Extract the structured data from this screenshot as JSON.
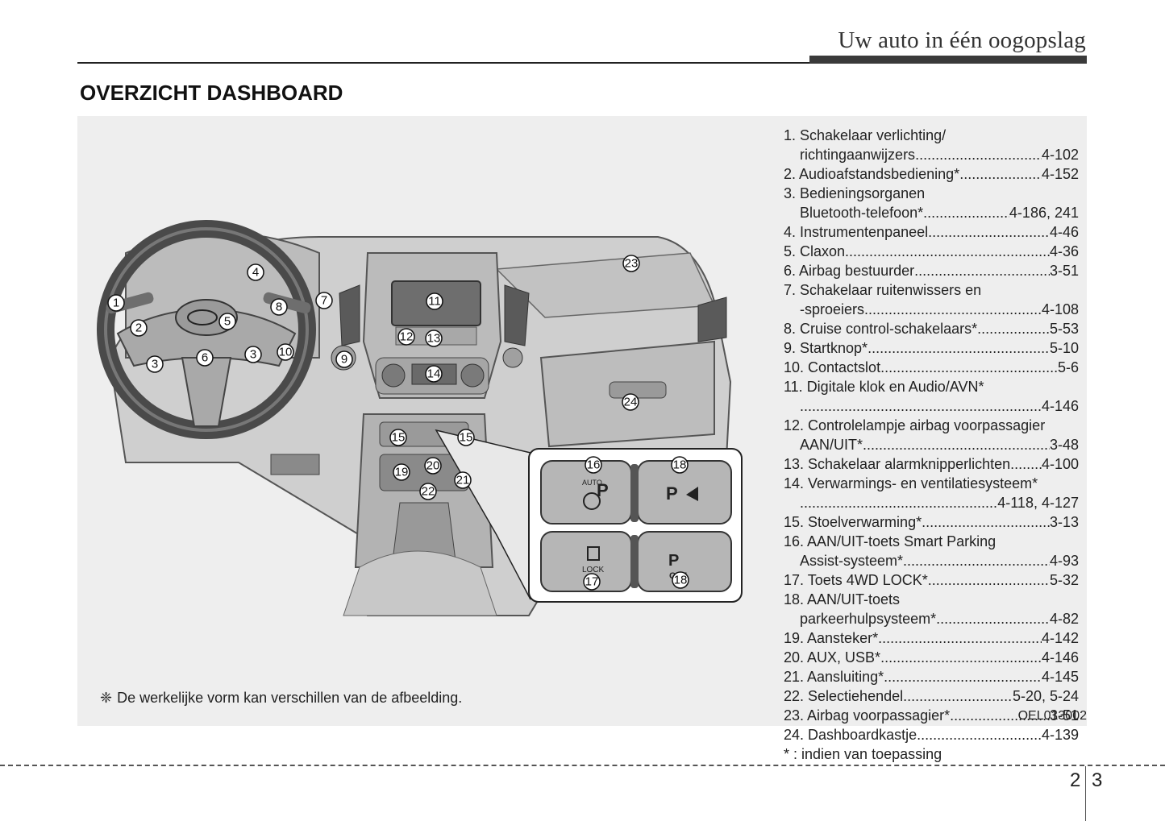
{
  "header": {
    "chapter_title": "Uw auto in één oogopslag"
  },
  "section": {
    "title": "OVERZICHT DASHBOARD"
  },
  "figure": {
    "note_mark": "❈",
    "note": "De werkelijke vorm kan verschillen van de afbeelding.",
    "code": "OEL013002",
    "callouts": [
      "1",
      "2",
      "3",
      "4",
      "5",
      "6",
      "3",
      "7",
      "8",
      "9",
      "10",
      "11",
      "12",
      "13",
      "14",
      "15",
      "15",
      "16",
      "17",
      "18",
      "18",
      "19",
      "20",
      "21",
      "22",
      "23",
      "24"
    ],
    "button_texts": {
      "auto": "AUTO",
      "p1": "P",
      "p2": "P",
      "lock": "LOCK",
      "off": "OFF"
    }
  },
  "legend": {
    "items": [
      {
        "lines": [
          {
            "label": "1. Schakelaar verlichting/"
          },
          {
            "label": "richtingaanwijzers ",
            "page": "4-102",
            "indent": true
          }
        ]
      },
      {
        "lines": [
          {
            "label": "2. Audioafstandsbediening* ",
            "page": "4-152"
          }
        ]
      },
      {
        "lines": [
          {
            "label": "3. Bedieningsorganen"
          },
          {
            "label": "Bluetooth-telefoon* ",
            "page": "4-186, 241",
            "indent": true
          }
        ]
      },
      {
        "lines": [
          {
            "label": "4. Instrumentenpaneel ",
            "page": "4-46"
          }
        ]
      },
      {
        "lines": [
          {
            "label": "5. Claxon ",
            "page": "4-36"
          }
        ]
      },
      {
        "lines": [
          {
            "label": "6. Airbag bestuurder ",
            "page": "3-51"
          }
        ]
      },
      {
        "lines": [
          {
            "label": "7. Schakelaar ruitenwissers en"
          },
          {
            "label": "-sproeiers ",
            "page": "4-108",
            "indent": true
          }
        ]
      },
      {
        "lines": [
          {
            "label": "8. Cruise control-schakelaars*",
            "page": "5-53"
          }
        ]
      },
      {
        "lines": [
          {
            "label": "9. Startknop* ",
            "page": "5-10"
          }
        ]
      },
      {
        "lines": [
          {
            "label": "10. Contactslot ",
            "page": "5-6"
          }
        ]
      },
      {
        "lines": [
          {
            "label": "11. Digitale klok en Audio/AVN*"
          },
          {
            "label": "",
            "page": "4-146",
            "indent": true
          }
        ]
      },
      {
        "lines": [
          {
            "label": "12. Controlelampje airbag voorpassagier"
          },
          {
            "label": "AAN/UIT*",
            "page": "3-48",
            "indent": true
          }
        ]
      },
      {
        "lines": [
          {
            "label": "13. Schakelaar alarmknipperlichten",
            "page": "4-100"
          }
        ]
      },
      {
        "lines": [
          {
            "label": "14. Verwarmings- en ventilatiesysteem*"
          },
          {
            "label": "",
            "page": "4-118, 4-127",
            "indent": true
          }
        ]
      },
      {
        "lines": [
          {
            "label": "15. Stoelverwarming*",
            "page": "3-13"
          }
        ]
      },
      {
        "lines": [
          {
            "label": "16. AAN/UIT-toets Smart Parking"
          },
          {
            "label": "Assist-systeem* ",
            "page": "4-93",
            "indent": true
          }
        ]
      },
      {
        "lines": [
          {
            "label": "17. Toets 4WD LOCK* ",
            "page": "5-32"
          }
        ]
      },
      {
        "lines": [
          {
            "label": "18. AAN/UIT-toets"
          },
          {
            "label": "parkeerhulpsysteem* ",
            "page": "4-82",
            "indent": true
          }
        ]
      },
      {
        "lines": [
          {
            "label": "19. Aansteker* ",
            "page": "4-142"
          }
        ]
      },
      {
        "lines": [
          {
            "label": "20. AUX, USB*",
            "page": "4-146"
          }
        ]
      },
      {
        "lines": [
          {
            "label": "21. Aansluiting* ",
            "page": "4-145"
          }
        ]
      },
      {
        "lines": [
          {
            "label": "22. Selectiehendel ",
            "page": "5-20, 5-24"
          }
        ]
      },
      {
        "lines": [
          {
            "label": "23. Airbag voorpassagier* ",
            "page": "3-51"
          }
        ]
      },
      {
        "lines": [
          {
            "label": "24. Dashboardkastje ",
            "page": "4-139"
          }
        ]
      }
    ],
    "footnote": "* : indien van toepassing"
  },
  "footer": {
    "page_left": "2",
    "page_right": "3"
  }
}
